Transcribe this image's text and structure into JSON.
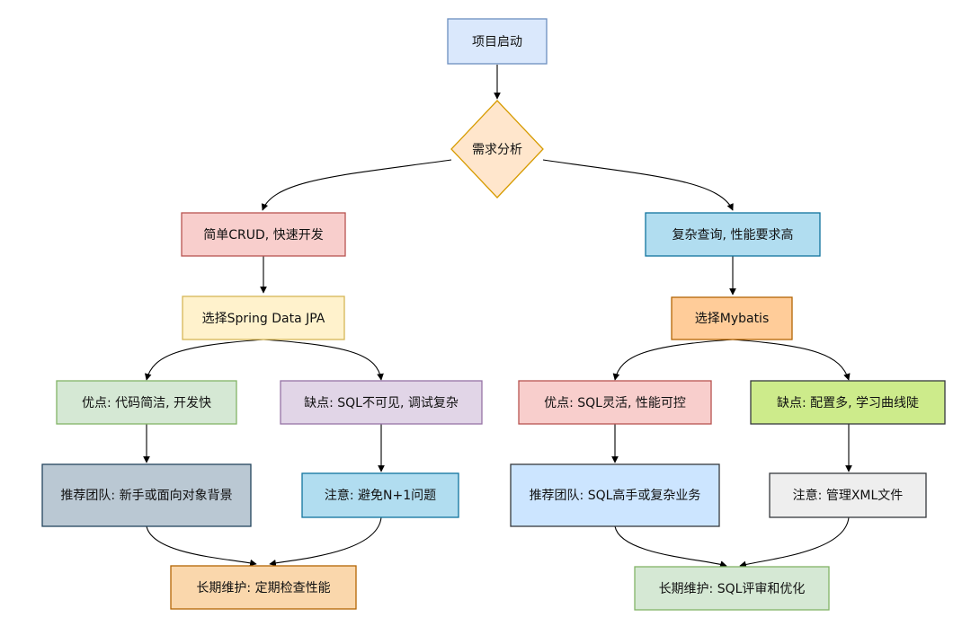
{
  "nodes": {
    "start": "项目启动",
    "analysis": "需求分析",
    "simple": "简单CRUD, 快速开发",
    "complex": "复杂查询, 性能要求高",
    "jpa": "选择Spring Data JPA",
    "mybatis": "选择Mybatis",
    "jpa_pros": "优点: 代码简洁, 开发快",
    "jpa_cons": "缺点: SQL不可见, 调试复杂",
    "mb_pros": "优点: SQL灵活, 性能可控",
    "mb_cons": "缺点: 配置多, 学习曲线陡",
    "jpa_team": "推荐团队: 新手或面向对象背景",
    "jpa_note": "注意: 避免N+1问题",
    "mb_team": "推荐团队: SQL高手或复杂业务",
    "mb_note": "注意: 管理XML文件",
    "jpa_maint": "长期维护: 定期检查性能",
    "mb_maint": "长期维护: SQL评审和优化"
  },
  "colors": {
    "blue_fill": "#dae8fc",
    "blue_stroke": "#6c8ebf",
    "orange_fill": "#ffe6cc",
    "orange_stroke": "#d79b00",
    "red_fill": "#f8cecc",
    "red_stroke": "#b85450",
    "cyan_fill": "#b1ddf0",
    "cyan_stroke": "#10739e",
    "yellow_fill": "#fff2cc",
    "yellow_stroke": "#d6b656",
    "deep_orange_fill": "#ffcc99",
    "deep_orange_stroke": "#b46504",
    "green_fill": "#d5e8d4",
    "green_stroke": "#82b366",
    "purple_fill": "#e1d5e7",
    "purple_stroke": "#9673a6",
    "lime_fill": "#cdeb8b",
    "lime_stroke": "#36393d",
    "slate_fill": "#bac8d3",
    "slate_stroke": "#23445d",
    "lightblue_fill": "#cce5ff",
    "lightblue_stroke": "#36393d",
    "grey_fill": "#eeeeee",
    "grey_stroke": "#36393d",
    "peach_fill": "#fad7ac",
    "peach_stroke": "#b46504"
  }
}
